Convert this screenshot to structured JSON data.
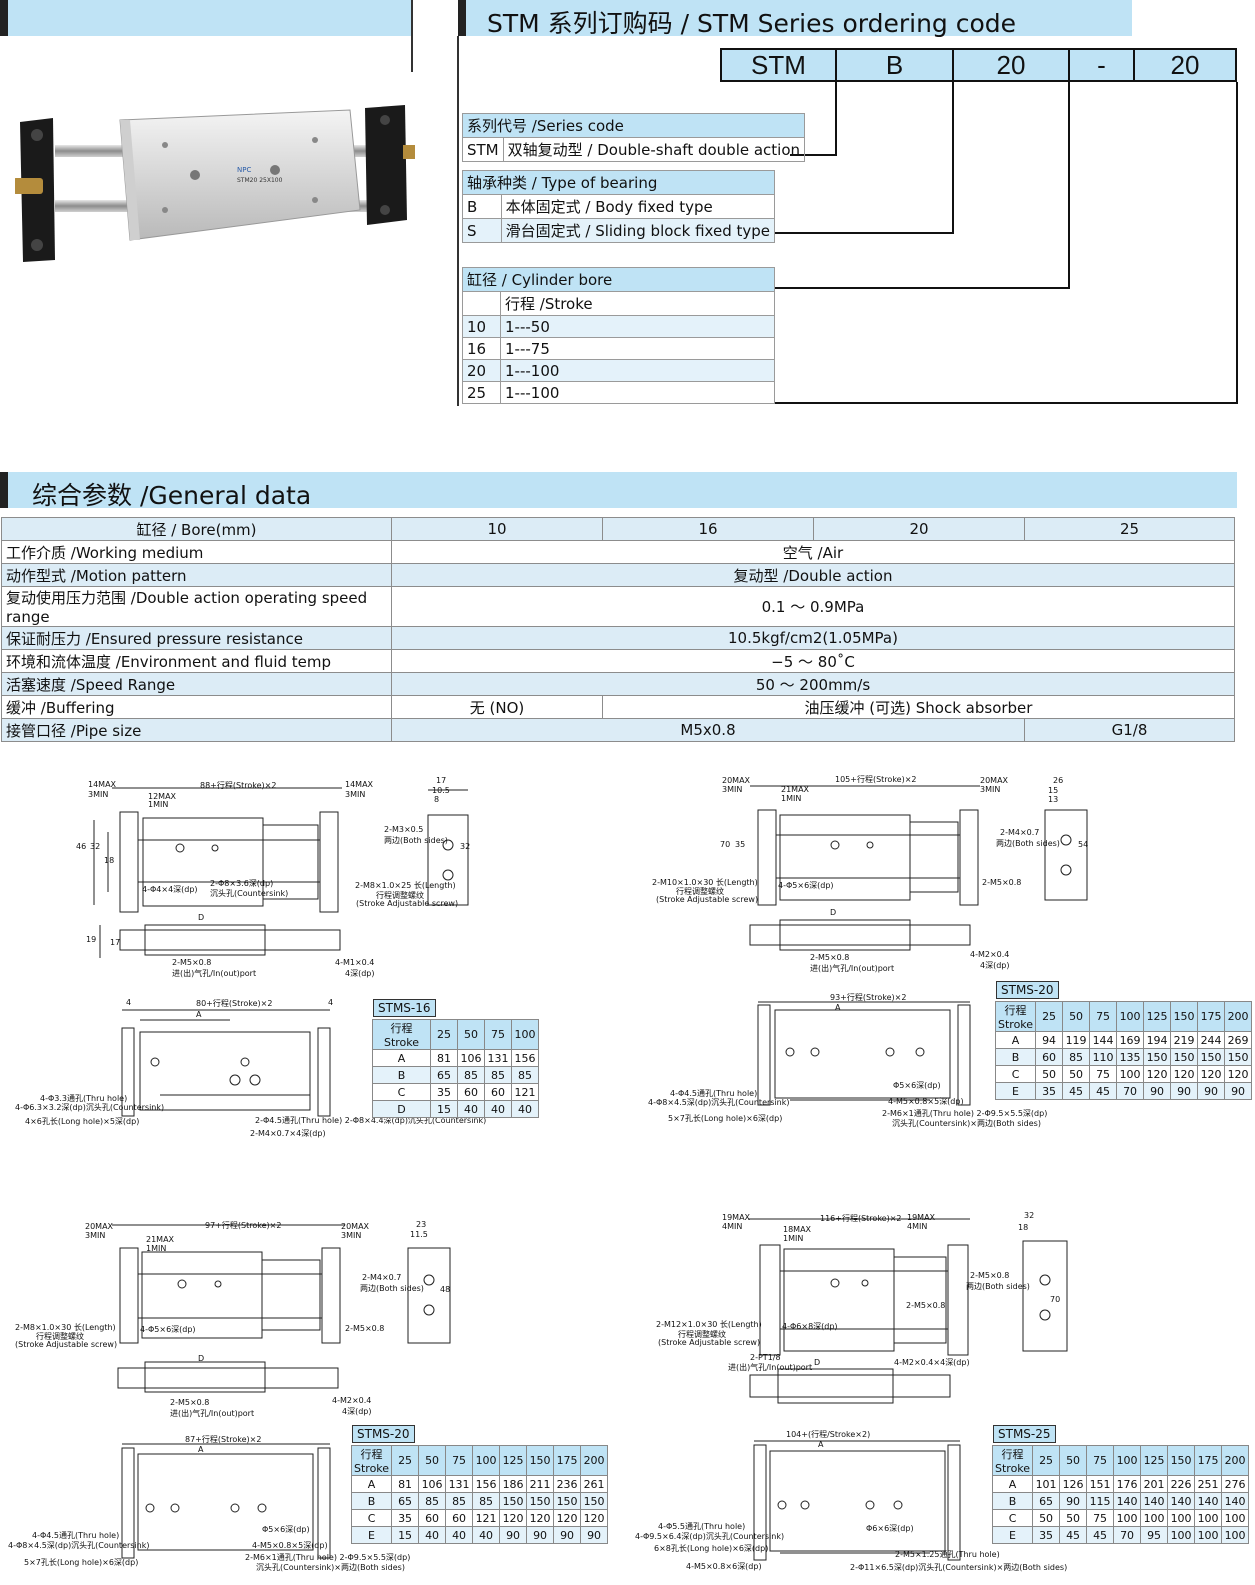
{
  "ordering": {
    "title": "STM 系列订购码 / STM Series ordering code",
    "code": [
      "STM",
      "B",
      "20",
      "-",
      "20"
    ],
    "series_header": "系列代号 /Series code",
    "series_row": [
      "STM",
      "双轴复动型 / Double-shaft double action"
    ],
    "bearing_header": "轴承种类 / Type of bearing",
    "bearing_rows": [
      [
        "B",
        "本体固定式 / Body fixed type"
      ],
      [
        "S",
        "滑台固定式 / Sliding block fixed type"
      ]
    ],
    "bore_header": "缸径 /  Cylinder bore",
    "stroke_header": "行程 /Stroke",
    "bore_rows": [
      [
        "10",
        "1---50"
      ],
      [
        "16",
        "1---75"
      ],
      [
        "20",
        "1---100"
      ],
      [
        "25",
        "1---100"
      ]
    ]
  },
  "product": {
    "brand": "NPC",
    "model": "STM20 25X100"
  },
  "general": {
    "title": "综合参数 /General data",
    "bore_label": "缸径 / Bore(mm)",
    "bores": [
      "10",
      "16",
      "20",
      "25"
    ],
    "rows": [
      {
        "label": "工作介质 /Working medium",
        "value": "空气 /Air"
      },
      {
        "label": "动作型式 /Motion pattern",
        "value": "复动型 /Double action"
      },
      {
        "label": "复动使用压力范围 /Double action operating speed range",
        "value": "0.1 ～ 0.9MPa"
      },
      {
        "label": "保证耐压力 /Ensured pressure resistance",
        "value": "10.5kgf/cm2(1.05MPa)"
      },
      {
        "label": "环境和流体温度 /Environment and fluid temp",
        "value": "−5 ～ 80˚C"
      },
      {
        "label": "活塞速度 /Speed Range",
        "value": "50 ～ 200mm/s"
      }
    ],
    "buffer_label": "缓冲 /Buffering",
    "buffer_a": "无 (NO)",
    "buffer_b": "油压缓冲 (可选) Shock absorber",
    "pipe_label": "接管口径 /Pipe size",
    "pipe_a": "M5x0.8",
    "pipe_b": "G1/8"
  },
  "drawings": {
    "d16": {
      "top_dim": "88+行程(Stroke)×2",
      "l1": "14MAX",
      "l2": "3MIN",
      "l3": "12MAX",
      "l4": "1MIN",
      "r1": "14MAX",
      "r2": "3MIN",
      "h1": "46",
      "h2": "32",
      "h3": "18",
      "side_w": "17",
      "side_a": "10.5",
      "side_b": "8",
      "side_h": "32",
      "n1": "2-M3×0.5",
      "n1b": "两边(Both sides)",
      "n2": "2-Φ8×3.6深(dp)",
      "n2b": "沉头孔(Countersink)",
      "n3": "4-Φ4×4深(dp)",
      "n4": "2-M8×1.0×25 长(Length)",
      "n4b": "行程调整螺纹",
      "n4c": "(Stroke Adjustable screw)",
      "d_label": "D",
      "port": "2-M5×0.8",
      "port_b": "进(出)气孔/In(out)port",
      "n5": "4-M1×0.4",
      "n5b": "4深(dp)",
      "h4": "19",
      "h5": "17",
      "bot_dim": "80+行程(Stroke)×2",
      "a_label": "A",
      "bot_l": "4",
      "bot_r": "4",
      "b1": "4-Φ3.3通孔(Thru hole)",
      "b2": "4-Φ6.3×3.2深(dp)沉头孔(Countersink)",
      "b3": "4×6孔长(Long hole)×5深(dp)",
      "b4": "2-Φ4.5通孔(Thru hole) 2-Φ8×4.4深(dp)沉头孔(Countersink)",
      "b5": "2-M4×0.7×4深(dp)",
      "table_title": "STMS-16",
      "table": [
        [
          "行程 Stroke",
          "25",
          "50",
          "75",
          "100"
        ],
        [
          "A",
          "81",
          "106",
          "131",
          "156"
        ],
        [
          "B",
          "65",
          "85",
          "85",
          "85"
        ],
        [
          "C",
          "35",
          "60",
          "60",
          "121"
        ],
        [
          "D",
          "15",
          "40",
          "40",
          "40"
        ]
      ]
    },
    "d20a": {
      "top_dim": "105+行程(Stroke)×2",
      "l1": "20MAX",
      "l2": "3MIN",
      "l3": "21MAX",
      "l4": "1MIN",
      "r1": "20MAX",
      "r2": "3MIN",
      "h1": "70",
      "h2": "35",
      "side_w": "26",
      "side_a": "15",
      "side_b": "13",
      "side_h": "54",
      "n1": "2-M4×0.7",
      "n1b": "两边(Both sides)",
      "n3": "4-Φ5×6深(dp)",
      "n4": "2-M10×1.0×30 长(Length)",
      "n4b": "行程调整螺纹",
      "n4c": "(Stroke Adjustable screw)",
      "n6": "2-M5×0.8",
      "d_label": "D",
      "port": "2-M5×0.8",
      "port_b": "进(出)气孔/In(out)port",
      "n5": "4-M2×0.4",
      "n5b": "4深(dp)",
      "bot_dim": "93+行程(Stroke)×2",
      "a_label": "A",
      "b1": "4-Φ4.5通孔(Thru hole)",
      "b2": "4-Φ8×4.5深(dp)沉头孔(Countersink)",
      "b3": "5×7孔长(Long hole)×6深(dp)",
      "b4": "2-M6×1通孔(Thru hole) 2-Φ9.5×5.5深(dp)",
      "b5": "沉头孔(Countersink)×两边(Both sides)",
      "b6": "4-M5×0.8×5深(dp)",
      "b7": "Φ5×6深(dp)",
      "table_title": "STMS-20",
      "table": [
        [
          "行程 Stroke",
          "25",
          "50",
          "75",
          "100",
          "125",
          "150",
          "175",
          "200"
        ],
        [
          "A",
          "94",
          "119",
          "144",
          "169",
          "194",
          "219",
          "244",
          "269"
        ],
        [
          "B",
          "60",
          "85",
          "110",
          "135",
          "150",
          "150",
          "150",
          "150"
        ],
        [
          "C",
          "50",
          "50",
          "75",
          "100",
          "120",
          "120",
          "120",
          "120"
        ],
        [
          "E",
          "35",
          "45",
          "45",
          "70",
          "90",
          "90",
          "90",
          "90"
        ]
      ]
    },
    "d20b": {
      "top_dim": "97+行程(Stroke)×2",
      "l1": "20MAX",
      "l2": "3MIN",
      "l3": "21MAX",
      "l4": "1MIN",
      "r1": "20MAX",
      "r2": "3MIN",
      "side_w": "23",
      "side_a": "11.5",
      "side_h": "48",
      "n1": "2-M4×0.7",
      "n1b": "两边(Both sides)",
      "n3": "4-Φ5×6深(dp)",
      "n4": "2-M8×1.0×30 长(Length)",
      "n4b": "行程调整螺纹",
      "n4c": "(Stroke Adjustable screw)",
      "n6": "2-M5×0.8",
      "d_label": "D",
      "port": "2-M5×0.8",
      "port_b": "进(出)气孔/In(out)port",
      "n5": "4-M2×0.4",
      "n5b": "4深(dp)",
      "bot_dim": "87+行程(Stroke)×2",
      "a_label": "A",
      "b1": "4-Φ4.5通孔(Thru hole)",
      "b2": "4-Φ8×4.5深(dp)沉头孔(Countersink)",
      "b3": "5×7孔长(Long hole)×6深(dp)",
      "b4": "2-M6×1通孔(Thru hole) 2-Φ9.5×5.5深(dp)",
      "b5": "沉头孔(Countersink)×两边(Both sides)",
      "b6": "4-M5×0.8×5深(dp)",
      "b7": "Φ5×6深(dp)",
      "table_title": "STMS-20",
      "table": [
        [
          "行程 Stroke",
          "25",
          "50",
          "75",
          "100",
          "125",
          "150",
          "175",
          "200"
        ],
        [
          "A",
          "81",
          "106",
          "131",
          "156",
          "186",
          "211",
          "236",
          "261"
        ],
        [
          "B",
          "65",
          "85",
          "85",
          "85",
          "150",
          "150",
          "150",
          "150"
        ],
        [
          "C",
          "35",
          "60",
          "60",
          "121",
          "120",
          "120",
          "120",
          "120"
        ],
        [
          "E",
          "15",
          "40",
          "40",
          "40",
          "90",
          "90",
          "90",
          "90"
        ]
      ]
    },
    "d25": {
      "top_dim": "116+行程(Stroke)×2",
      "l1": "19MAX",
      "l2": "4MIN",
      "l3": "18MAX",
      "l4": "1MIN",
      "r1": "19MAX",
      "r2": "4MIN",
      "side_w": "32",
      "side_a": "18",
      "side_h": "70",
      "n1": "2-M5×0.8",
      "n1b": "两边(Both sides)",
      "n3": "4-Φ6×8深(dp)",
      "n4": "2-M12×1.0×30 长(Length)",
      "n4b": "行程调整螺纹",
      "n4c": "(Stroke Adjustable screw)",
      "n6": "2-M5×0.8",
      "d_label": "D",
      "port": "2-PT1/8",
      "port_b": "进(出)气孔/In(out)port",
      "n5": "4-M2×0.4×4深(dp)",
      "bot_dim": "104+(行程/Stroke×2)",
      "a_label": "A",
      "b1": "4-Φ5.5通孔(Thru hole)",
      "b2": "4-Φ9.5×6.4深(dp)沉头孔(Countersink)",
      "b3": "6×8孔长(Long hole)×6深(dp)",
      "b4": "2-M5×1.25通孔(Thru hole)",
      "b5": "2-Φ11×6.5深(dp)沉头孔(Countersink)×两边(Both sides)",
      "b6": "4-M5×0.8×6深(dp)",
      "b7": "Φ6×6深(dp)",
      "table_title": "STMS-25",
      "table": [
        [
          "行程 Stroke",
          "25",
          "50",
          "75",
          "100",
          "125",
          "150",
          "175",
          "200"
        ],
        [
          "A",
          "101",
          "126",
          "151",
          "176",
          "201",
          "226",
          "251",
          "276"
        ],
        [
          "B",
          "65",
          "90",
          "115",
          "140",
          "140",
          "140",
          "140",
          "140"
        ],
        [
          "C",
          "50",
          "50",
          "75",
          "100",
          "100",
          "100",
          "100",
          "100"
        ],
        [
          "E",
          "35",
          "45",
          "45",
          "70",
          "95",
          "100",
          "100",
          "100"
        ]
      ]
    }
  }
}
